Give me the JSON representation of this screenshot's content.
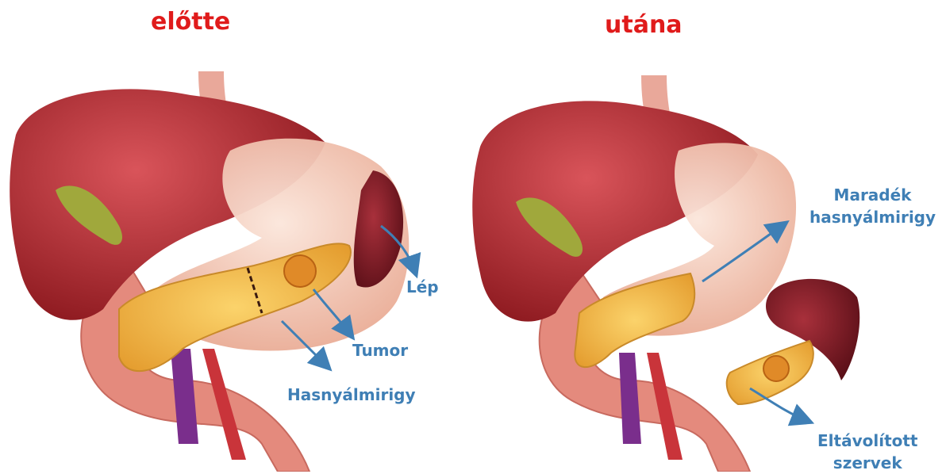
{
  "titles": {
    "before": "előtte",
    "after": "utána"
  },
  "labels": {
    "spleen": "Lép",
    "tumor": "Tumor",
    "pancreas": "Hasnyálmirigy",
    "remaining_line1": "Maradék",
    "remaining_line2": "hasnyálmirigy",
    "removed_line1": "Eltávolított",
    "removed_line2": "szervek"
  },
  "colors": {
    "title": "#e01b1b",
    "label": "#3f7fb5",
    "liver": "#b3242b",
    "stomach": "#f3c9b4",
    "pancreas": "#f0b544",
    "spleen": "#7c1a22",
    "gallbladder": "#9aa13a",
    "vessel": "#7a2e8c",
    "artery": "#c9343a",
    "tumor": "#e08a28"
  }
}
